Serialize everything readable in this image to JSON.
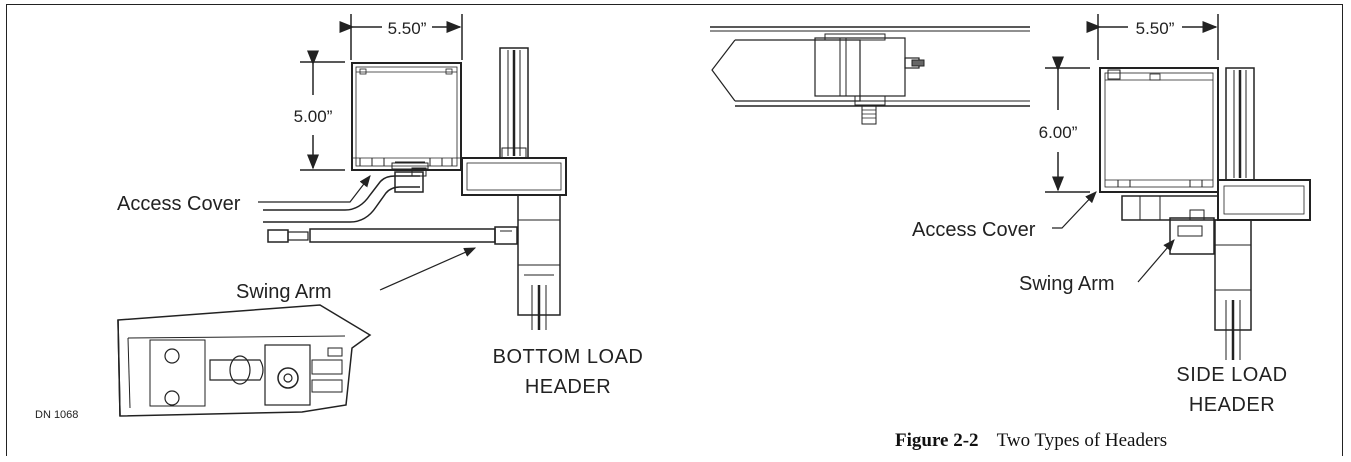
{
  "dimensions": {
    "left_width": "5.50”",
    "left_height": "5.00”",
    "right_width": "5.50”",
    "right_height": "6.00”"
  },
  "labels": {
    "access_cover_left": "Access Cover",
    "swing_arm_left": "Swing Arm",
    "access_cover_right": "Access Cover",
    "swing_arm_right": "Swing Arm",
    "bottom_load_line1": "BOTTOM LOAD",
    "bottom_load_line2": "HEADER",
    "side_load_line1": "SIDE LOAD",
    "side_load_line2": "HEADER",
    "drawing_number": "DN 1068"
  },
  "caption": {
    "number": "Figure  2-2",
    "title": "Two Types of Headers"
  }
}
